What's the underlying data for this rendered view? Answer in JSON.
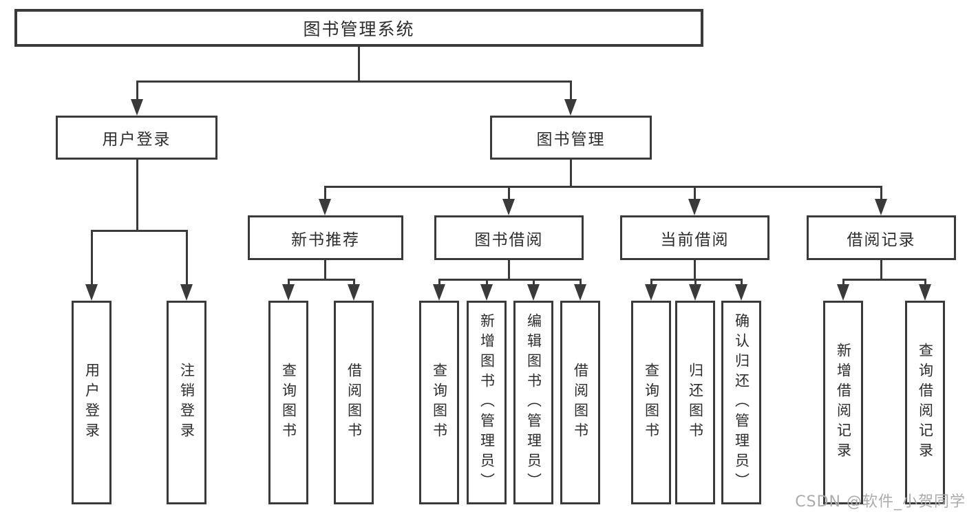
{
  "tree": {
    "root": {
      "label": "图书管理系统"
    },
    "branches": [
      {
        "label": "用户登录",
        "children": [
          {
            "label": "用户登录"
          },
          {
            "label": "注销登录"
          }
        ]
      },
      {
        "label": "图书管理",
        "children": [
          {
            "label": "新书推荐",
            "children": [
              {
                "label": "查询图书"
              },
              {
                "label": "借阅图书"
              }
            ]
          },
          {
            "label": "图书借阅",
            "children": [
              {
                "label": "查询图书"
              },
              {
                "label": "新增图书（管理员）"
              },
              {
                "label": "编辑图书（管理员）"
              },
              {
                "label": "借阅图书"
              }
            ]
          },
          {
            "label": "当前借阅",
            "children": [
              {
                "label": "查询图书"
              },
              {
                "label": "归还图书"
              },
              {
                "label": "确认归还（管理员）"
              }
            ]
          },
          {
            "label": "借阅记录",
            "children": [
              {
                "label": "新增借阅记录"
              },
              {
                "label": "查询借阅记录"
              }
            ]
          }
        ]
      }
    ]
  },
  "watermark": {
    "text": "CSDN @软件_小贺同学"
  },
  "colors": {
    "line": "#3a3a3a",
    "text": "#2d2d2d",
    "watermark": "#ababab",
    "background": "#ffffff"
  }
}
